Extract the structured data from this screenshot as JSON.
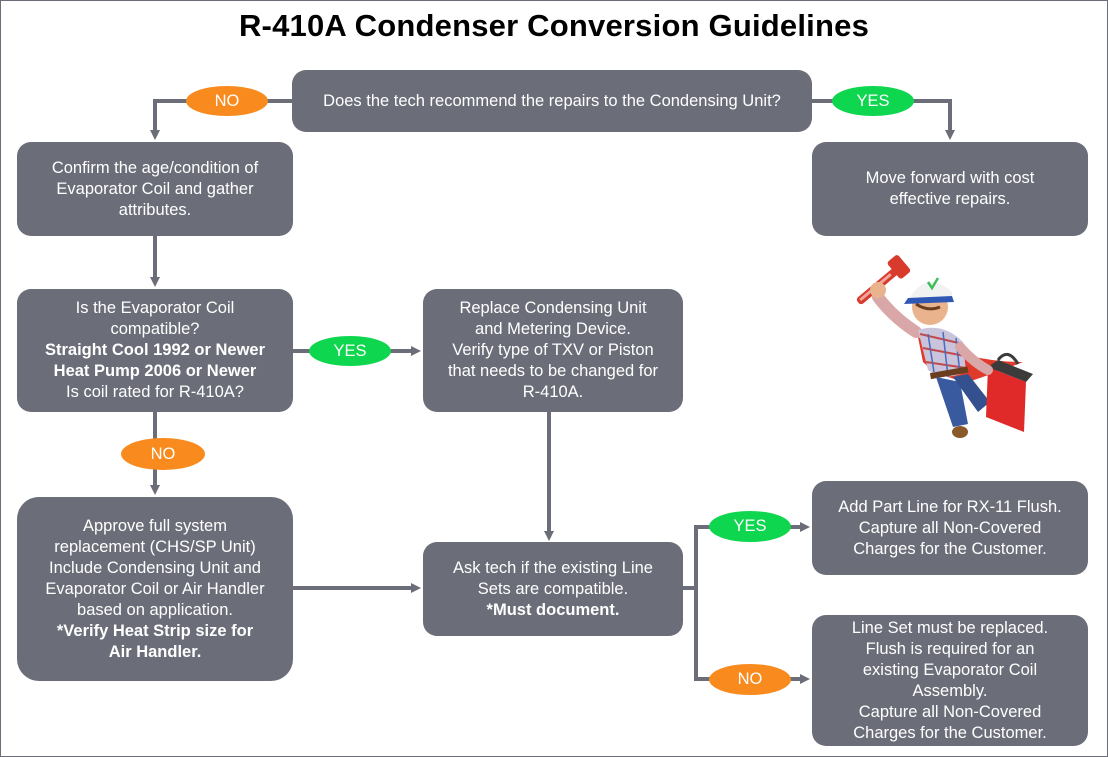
{
  "title": "R-410A Condenser Conversion Guidelines",
  "colors": {
    "box": "#6b6e78",
    "yes": "#0ed64f",
    "no": "#f98b1e",
    "connector": "#6b6e78"
  },
  "nodes": {
    "q_repairs": {
      "lines": [
        "Does the tech recommend the repairs to the Condensing Unit?"
      ]
    },
    "move_forward": {
      "lines": [
        "Move forward with cost",
        "effective repairs."
      ]
    },
    "confirm_coil": {
      "lines": [
        "Confirm the age/condition of",
        "Evaporator Coil and gather",
        "attributes."
      ]
    },
    "q_coil_compatible": {
      "lines": [
        "Is the Evaporator Coil",
        "compatible?"
      ],
      "bold_lines": [
        "Straight Cool 1992 or Newer",
        "Heat Pump 2006 or Newer"
      ],
      "tail_lines": [
        "Is coil rated for R-410A?"
      ]
    },
    "replace_condensing": {
      "lines": [
        "Replace Condensing Unit",
        "and Metering Device.",
        "Verify type of TXV or Piston",
        "that needs to be changed for",
        "R-410A."
      ]
    },
    "approve_full": {
      "lines": [
        "Approve full system",
        "replacement (CHS/SP Unit)",
        "Include Condensing Unit and",
        "Evaporator Coil or Air Handler",
        "based on application."
      ],
      "bold_lines": [
        "*Verify Heat Strip size for",
        "Air Handler."
      ]
    },
    "ask_linesets": {
      "lines": [
        "Ask tech if the existing Line",
        "Sets are compatible."
      ],
      "bold_lines": [
        "*Must document."
      ]
    },
    "add_part_line": {
      "lines": [
        "Add Part Line for RX-11 Flush.",
        "Capture all Non-Covered",
        "Charges for the Customer."
      ]
    },
    "lineset_replace": {
      "lines": [
        "Line Set must be replaced.",
        "Flush is required for an",
        "existing Evaporator Coil",
        "Assembly.",
        "Capture all Non-Covered",
        "Charges for the Customer."
      ]
    }
  },
  "labels": {
    "repairs_no": "NO",
    "repairs_yes": "YES",
    "coil_yes": "YES",
    "coil_no": "NO",
    "lineset_yes": "YES",
    "lineset_no": "NO"
  },
  "illustration": "Technician flying with cape, holding pipe wrench and toolbox"
}
